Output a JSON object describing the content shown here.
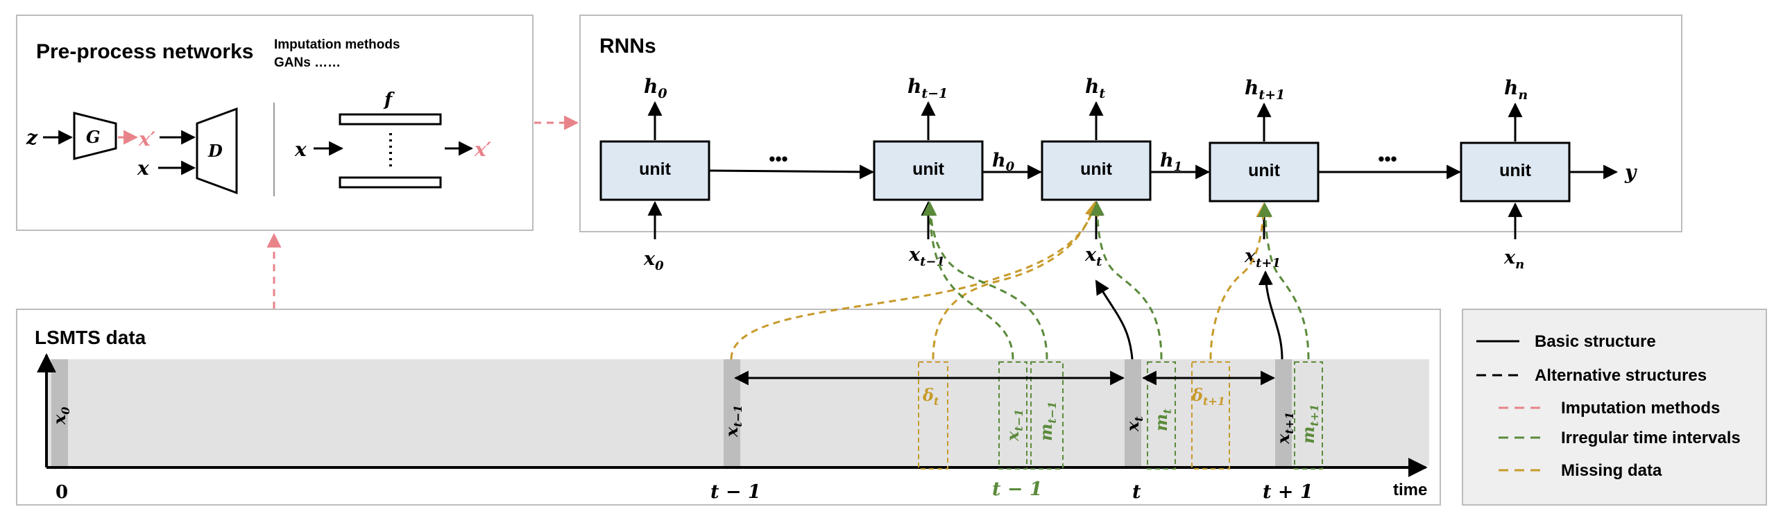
{
  "preprocess": {
    "title": "Pre-process networks",
    "methods_line1": "Imputation methods",
    "methods_line2": "GANs ……",
    "z": "z",
    "G": "G",
    "x_prime": "x′",
    "x": "x",
    "D": "D",
    "f": "f",
    "x2": "x",
    "x_prime2": "x′"
  },
  "rnns": {
    "title": "RNNs",
    "unit_label": "unit",
    "ellipsis": "•••",
    "h": [
      "h",
      "h",
      "h",
      "h",
      "h"
    ],
    "h_sub": [
      "0",
      "t−1",
      "t",
      "t+1",
      "n"
    ],
    "x": [
      "x",
      "x",
      "x",
      "x",
      "x"
    ],
    "x_sub": [
      "0",
      "t−1",
      "t",
      "t+1",
      "n"
    ],
    "h0_mid": "h",
    "h0_mid_sub": "0",
    "h1_mid": "h",
    "h1_mid_sub": "1",
    "y": "y"
  },
  "lsmts": {
    "title": "LSMTS data",
    "x0": "x",
    "x0_sub": "0",
    "x_tm1": "x",
    "x_tm1_sub": "t−1",
    "x_t": "x",
    "x_t_sub": "t",
    "x_tp1": "x",
    "x_tp1_sub": "t+1",
    "delta_t": "δ",
    "delta_t_sub": "t",
    "delta_tp1": "δ",
    "delta_tp1_sub": "t+1",
    "xg_tm1": "x",
    "xg_tm1_sub": "t−1",
    "m_tm1": "m",
    "m_tm1_sub": "t−1",
    "m_t": "m",
    "m_t_sub": "t",
    "m_tp1": "m",
    "m_tp1_sub": "t+1",
    "tick_0": "0",
    "tick_tm1": "t − 1",
    "tick_tm1_green": "t − 1",
    "tick_t": "t",
    "tick_tp1": "t + 1",
    "time_label": "time"
  },
  "legend": {
    "items": [
      {
        "label": "Basic structure",
        "color": "#000000",
        "style": "solid"
      },
      {
        "label": "Alternative structures",
        "color": "#000000",
        "style": "dashed"
      },
      {
        "label": "Imputation methods",
        "color": "#e8838a",
        "style": "dashed"
      },
      {
        "label": "Irregular time intervals",
        "color": "#5a8a3a",
        "style": "dashed"
      },
      {
        "label": "Missing data",
        "color": "#c79a2a",
        "style": "dashed"
      }
    ]
  },
  "colors": {
    "unit_fill": "#dde8f3",
    "band": "#e2e2e2",
    "marker": "#bdbdbd",
    "pink": "#e8838a",
    "green": "#5a8a3a",
    "gold": "#c79a2a",
    "panel_border": "#bcbcbc",
    "legend_bg": "#efefef"
  }
}
